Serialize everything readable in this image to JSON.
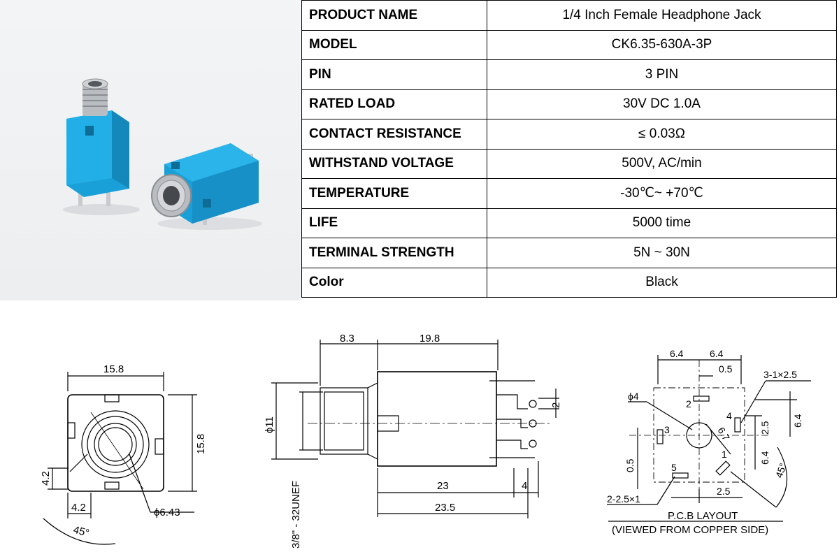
{
  "specs": {
    "rows": [
      {
        "key": "PRODUCT NAME",
        "value": "1/4 Inch Female Headphone Jack"
      },
      {
        "key": "MODEL",
        "value": "CK6.35-630A-3P"
      },
      {
        "key": "PIN",
        "value": "3 PIN"
      },
      {
        "key": "RATED LOAD",
        "value": "30V DC 1.0A"
      },
      {
        "key": "CONTACT RESISTANCE",
        "value": "≤ 0.03Ω"
      },
      {
        "key": "WITHSTAND VOLTAGE",
        "value": "500V, AC/min"
      },
      {
        "key": "TEMPERATURE",
        "value": "-30℃~ +70℃"
      },
      {
        "key": "LIFE",
        "value": "5000 time"
      },
      {
        "key": "TERMINAL STRENGTH",
        "value": "5N ~ 30N"
      },
      {
        "key": "Color",
        "value": "Black"
      }
    ]
  },
  "front_view": {
    "width": "15.8",
    "height": "15.8",
    "offset_v": "4.2",
    "offset_h": "4.2",
    "diameter": "ϕ6.43",
    "angle": "45°"
  },
  "side_view": {
    "dim_a": "8.3",
    "dim_b": "19.8",
    "dim_diam": "ϕ11",
    "dim_pin": "2",
    "dim_body": "23",
    "dim_tail": "4",
    "dim_total": "23.5",
    "thread": "3/8\" - 32UNEF"
  },
  "pcb_view": {
    "dim_left": "6.4",
    "dim_right": "6.4",
    "dim_small": "0.5",
    "slot_label": "3-1×2.5",
    "hole": "ϕ4",
    "dim_67": "6.7",
    "dim_25v": "2.5",
    "dim_64v": "6.4",
    "dim_64v2": "6.4",
    "dim_05v": "0.5",
    "dim_25h": "2.5",
    "slot2_label": "2-2.5×1",
    "angle": "45°",
    "pin1": "1",
    "pin2": "2",
    "pin3": "3",
    "pin4": "4",
    "pin5": "5",
    "title": "P.C.B LAYOUT",
    "subtitle": "(VIEWED FROM COPPER SIDE)"
  },
  "colors": {
    "jack_body": "#1aa0d8",
    "metal": "#b9bcc0",
    "line": "#000000"
  }
}
